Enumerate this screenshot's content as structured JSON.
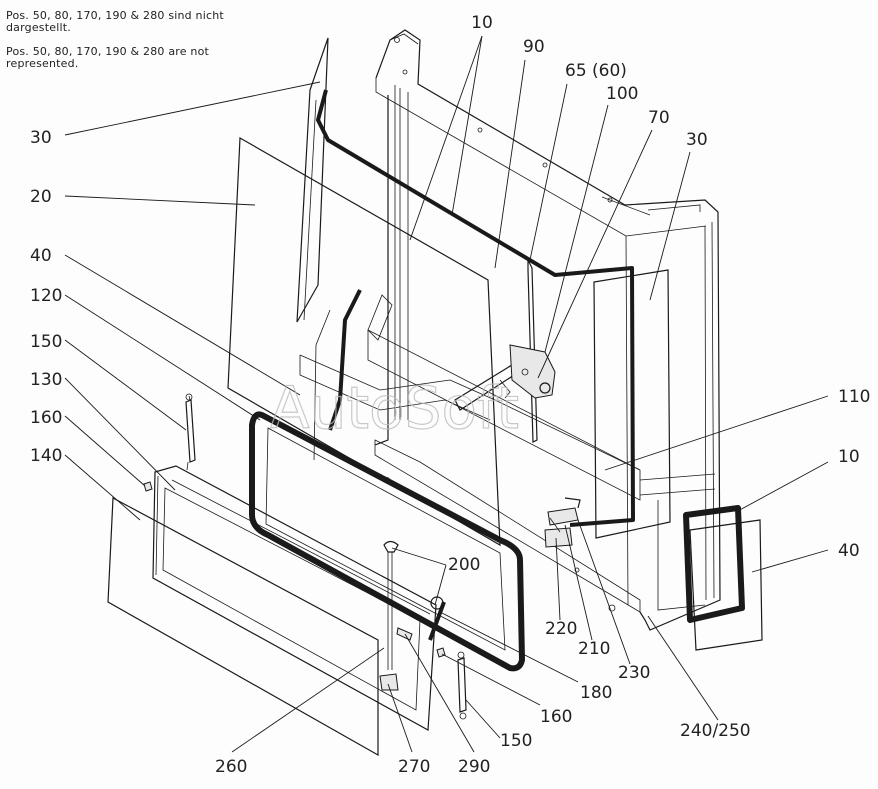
{
  "notes": {
    "de_line1": "Pos. 50, 80, 170, 190 & 280 sind nicht",
    "de_line2": "dargestellt.",
    "en_line1": "Pos. 50, 80, 170, 190 & 280 are not",
    "en_line2": "represented."
  },
  "watermark": "AutoSoft",
  "labels": {
    "l10a": "10",
    "l90": "90",
    "l65": "65 (60)",
    "l100": "100",
    "l70": "70",
    "l30a": "30",
    "l30b": "30",
    "l20": "20",
    "l40a": "40",
    "l120": "120",
    "l150a": "150",
    "l130": "130",
    "l160a": "160",
    "l140": "140",
    "l110": "110",
    "l10b": "10",
    "l40b": "40",
    "l200": "200",
    "l220": "220",
    "l210": "210",
    "l230": "230",
    "l180": "180",
    "l160b": "160",
    "l150b": "150",
    "l240": "240/250",
    "l260": "260",
    "l270": "270",
    "l290": "290"
  }
}
